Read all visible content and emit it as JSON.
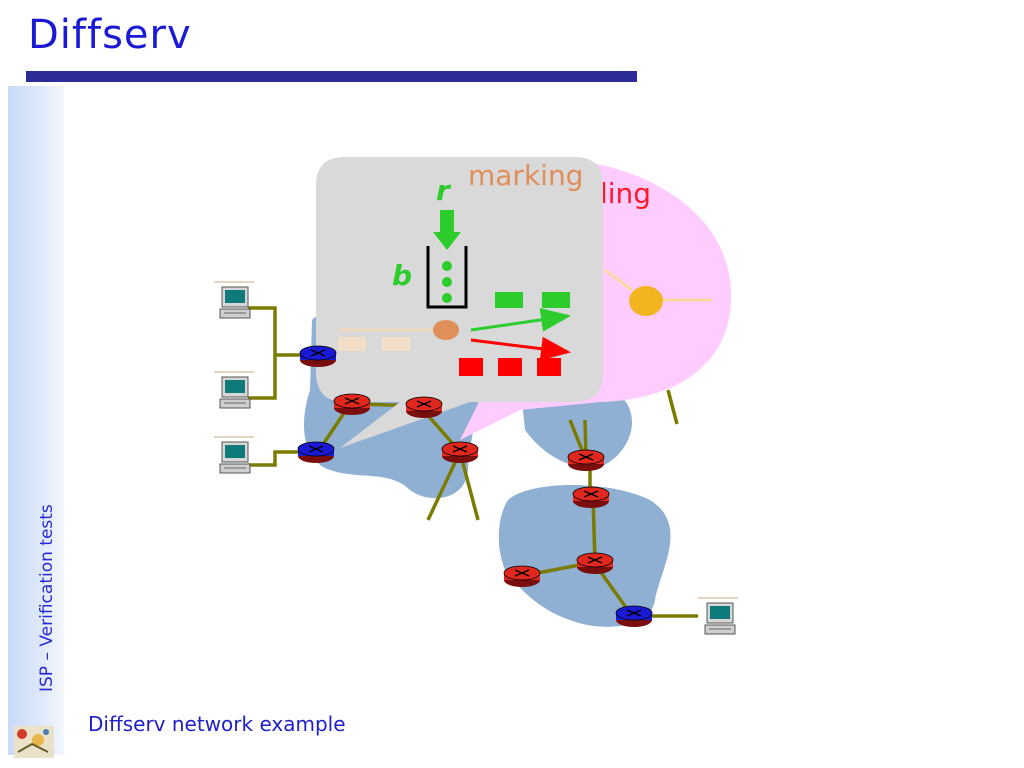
{
  "slide": {
    "title": "Diffserv",
    "sidebar_text": "ISP – Verification tests",
    "caption": "Diffserv network example"
  },
  "diagram": {
    "callout_left": {
      "rate_label": "r",
      "bucket_label": "b",
      "marking_label": "marking"
    },
    "callout_right": {
      "scheduling_label_visible": "ling"
    }
  },
  "colors": {
    "title": "#1a1ad6",
    "rule": "#2c2c98",
    "cloud": "#8fb0d3",
    "router_core": "#e0281e",
    "router_edge": "#1a1ad6",
    "link": "#7b7b00",
    "callout_gray": "#d9d9d9",
    "callout_pink": "#ffccff",
    "green": "#2ccc2c",
    "red": "#ff0000",
    "orange_marker": "#e08f5a",
    "yellow_node": "#f2b520"
  }
}
